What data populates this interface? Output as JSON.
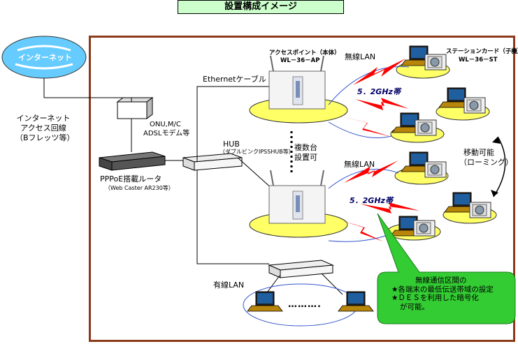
{
  "title": "設置構成イメージ",
  "internet": {
    "label": "インターネット"
  },
  "access_line": {
    "line1": "インターネット",
    "line2": "アクセス回線",
    "line3": "（Bフレッツ等）"
  },
  "modem": {
    "line1": "ONU,M/C",
    "line2": "ADSLモデム等"
  },
  "router": {
    "line1": "PPPoE搭載ルータ",
    "line2": "（Web Caster AR230等）"
  },
  "ethernet_label": "Ethernetケーブル",
  "hub": {
    "line1": "HUB",
    "line2": "（ダブルビンクIPSSHUB等）"
  },
  "multi_ap": {
    "line1": "複数台",
    "line2": "設置可"
  },
  "access_point": {
    "line1": "アクセスポイント（本体）",
    "line2": "WL－36－AP"
  },
  "station": {
    "line1": "ステーションカード（子機）",
    "line2": "WL－36－ST"
  },
  "wireless_lan_top": "無線LAN",
  "wireless_lan_bottom": "無線LAN",
  "band_top": "5．2GHz帯",
  "band_bottom": "5．2GHz帯",
  "roaming": {
    "line1": "移動可能",
    "line2": "（ローミング）"
  },
  "wired_lan": "有線LAN",
  "dots": "……….",
  "callout": {
    "line1": "無線通信区間の",
    "line2": "★各端末の最低伝送帯域の設定",
    "line3": "★ＤＥＳを利用した暗号化",
    "line4": "が可能。"
  },
  "colors": {
    "frame": "#8b3a1a",
    "title_bg": "#ccffcc",
    "ellipse_fill": "#ffff66",
    "callout_fill": "#33cc33",
    "lightning": "#ff0000",
    "globe": "#66ccff"
  }
}
